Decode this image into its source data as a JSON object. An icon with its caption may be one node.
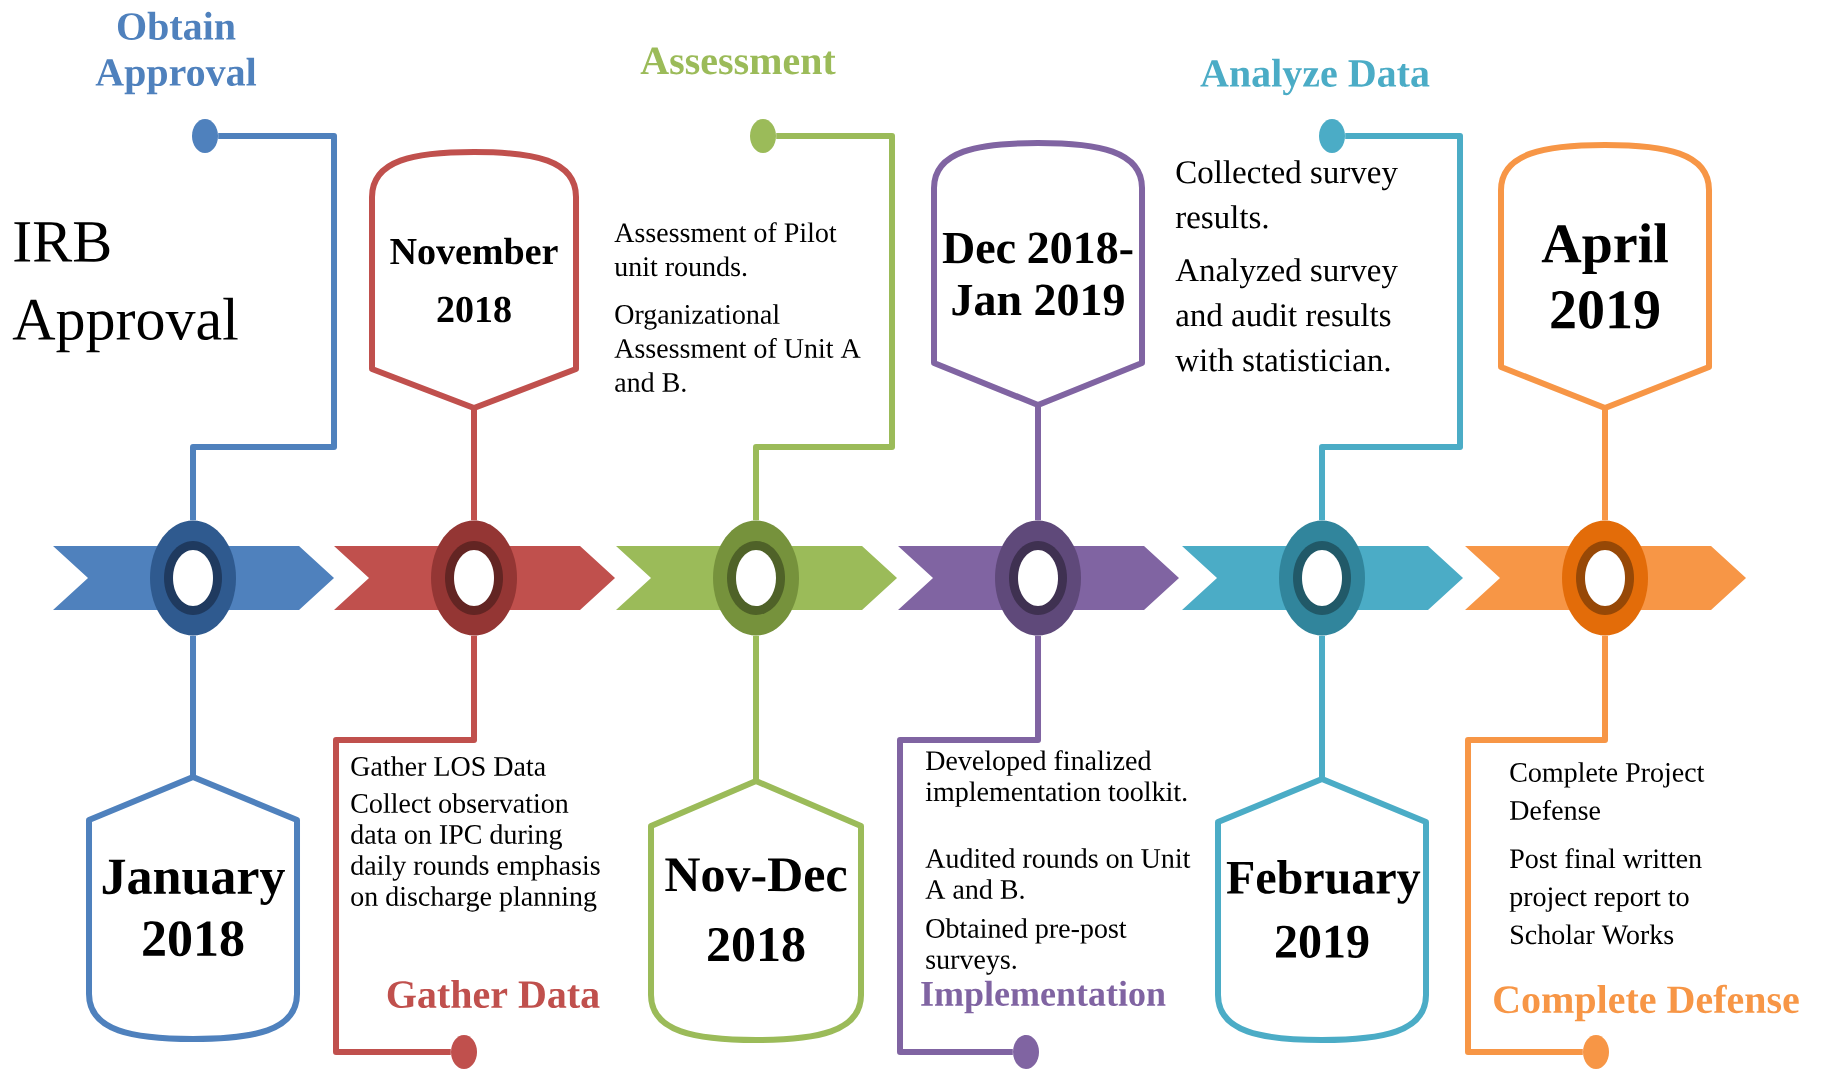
{
  "diagram": {
    "nodes": [
      {
        "text": [],
        "shape": "circle"
      },
      {
        "text": [
          "January 2018"
        ]
      },
      {
        "text": [],
        "shape": "circle"
      },
      {
        "text": [],
        "shape": "circle"
      },
      {
        "text": [
          "November 2018"
        ]
      },
      {
        "text": [],
        "shape": "circle"
      },
      {
        "text": [],
        "shape": "circle"
      },
      {
        "text": [
          "Nov-Dec 2018"
        ]
      },
      {
        "text": [],
        "shape": "circle"
      },
      {
        "text": [],
        "shape": "circle"
      },
      {
        "text": [
          "Dec 2018- Jan 2019"
        ]
      },
      {
        "text": [],
        "shape": "circle"
      },
      {
        "text": [],
        "shape": "circle"
      },
      {
        "text": [
          "February 2019"
        ]
      },
      {
        "text": [],
        "shape": "circle"
      },
      {
        "text": [],
        "shape": "circle"
      },
      {
        "text": [
          "April 2019"
        ]
      },
      {
        "text": [],
        "shape": "circle"
      },
      {
        "text": [],
        "shape": "chevron"
      },
      {
        "text": [],
        "shape": "chevron"
      },
      {
        "text": [],
        "shape": "chevron"
      },
      {
        "text": [],
        "shape": "chevron"
      },
      {
        "text": [],
        "shape": "chevron"
      },
      {
        "text": [],
        "shape": "chevron"
      }
    ],
    "edges": [
      {
        "from": 0,
        "to": 1,
        "arrow": "none",
        "color": "#4f81bd"
      },
      {
        "from": 0,
        "to": 2,
        "arrow": "none",
        "color": "#4f81bd"
      },
      {
        "from": 3,
        "to": 4,
        "arrow": "none",
        "color": "#c0504d"
      },
      {
        "from": 3,
        "to": 5,
        "arrow": "none",
        "color": "#c0504d"
      },
      {
        "from": 6,
        "to": 7,
        "arrow": "none",
        "color": "#9bbb59"
      },
      {
        "from": 6,
        "to": 8,
        "arrow": "none",
        "color": "#9bbb59"
      },
      {
        "from": 9,
        "to": 10,
        "arrow": "none",
        "color": "#8064a2"
      },
      {
        "from": 9,
        "to": 11,
        "arrow": "none",
        "color": "#8064a2"
      },
      {
        "from": 12,
        "to": 13,
        "arrow": "none",
        "color": "#4bacc6"
      },
      {
        "from": 12,
        "to": 14,
        "arrow": "none",
        "color": "#4bacc6"
      },
      {
        "from": 15,
        "to": 16,
        "arrow": "none",
        "color": "#f79646"
      },
      {
        "from": 15,
        "to": 17,
        "arrow": "none",
        "color": "#f79646"
      }
    ],
    "labels": [
      "Obtain Approval",
      "Assessment",
      "Analyze Data",
      "IRB Approval",
      "Assessment of Pilot unit rounds.",
      "Organizational Assessment of Unit A and B.",
      "Collected survey results.",
      "Analyzed survey and audit results with statistician.",
      "Gather LOS Data",
      "Collect observation data on IPC during daily rounds emphasis on discharge planning",
      "Developed finalized implementation toolkit.",
      "Audited rounds on Unit A and B.",
      "Obtained pre-post surveys.",
      "Complete Project Defense",
      "Post final written project report to Scholar Works",
      "Gather Data",
      "Implementation",
      "Complete Defense"
    ]
  }
}
